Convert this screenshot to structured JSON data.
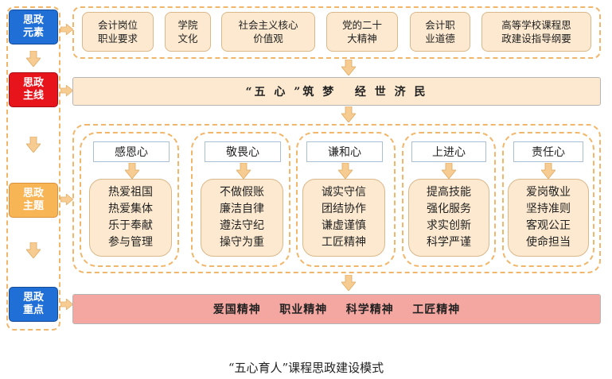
{
  "sidebar": {
    "items": [
      {
        "line1": "思政",
        "line2": "元素"
      },
      {
        "line1": "思政",
        "line2": "主线"
      },
      {
        "line1": "思政",
        "line2": "主题"
      },
      {
        "line1": "思政",
        "line2": "重点"
      }
    ]
  },
  "elements": [
    {
      "line1": "会计岗位",
      "line2": "职业要求"
    },
    {
      "line1": "学院",
      "line2": "文化"
    },
    {
      "line1": "社会主义核心",
      "line2": "价值观"
    },
    {
      "line1": "党的二十",
      "line2": "大精神"
    },
    {
      "line1": "会计职",
      "line2": "业道德"
    },
    {
      "line1": "高等学校课程思",
      "line2": "政建设指导纲要"
    }
  ],
  "mainline": "“五 心 ”筑 梦   经 世 济 民",
  "themes": [
    {
      "heart": "感恩心",
      "values": [
        "热爱祖国",
        "热爱集体",
        "乐于奉献",
        "参与管理"
      ]
    },
    {
      "heart": "敬畏心",
      "values": [
        "不做假账",
        "廉洁自律",
        "遵法守纪",
        "操守为重"
      ]
    },
    {
      "heart": "谦和心",
      "values": [
        "诚实守信",
        "团结协作",
        "谦虚谨慎",
        "工匠精神"
      ]
    },
    {
      "heart": "上进心",
      "values": [
        "提高技能",
        "强化服务",
        "求实创新",
        "科学严谨"
      ]
    },
    {
      "heart": "责任心",
      "values": [
        "爱岗敬业",
        "坚持准则",
        "客观公正",
        "使命担当"
      ]
    }
  ],
  "focus": "爱国精神    职业精神    科学精神    工匠精神",
  "caption": "“五心育人”课程思政建设模式",
  "colors": {
    "blue": "#1f6fd6",
    "red": "#e8141c",
    "orange": "#f8b556",
    "cream": "#fce9cf",
    "pink": "#f4a7a0",
    "dash": "#f2b66a",
    "arrow": "#f6cc93"
  }
}
